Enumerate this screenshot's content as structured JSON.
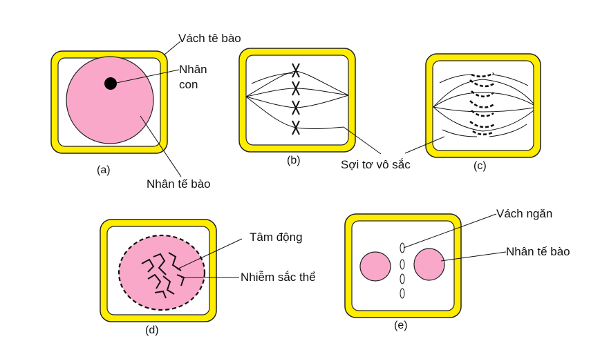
{
  "colors": {
    "cell_wall_fill": "#ffed00",
    "cell_wall_stroke": "#222222",
    "nucleus_fill": "#f9a8c9",
    "nucleolus_fill": "#000000",
    "line_color": "#111111",
    "background": "#ffffff"
  },
  "labels": {
    "cell_wall": "Vách tê bào",
    "nucleolus": "Nhân\ncon",
    "nucleus_a": "Nhân tế bào",
    "spindle": "Sợi tơ vô sắc",
    "centromere": "Tâm động",
    "chromosome": "Nhiễm sắc thể",
    "septum": "Vách ngăn",
    "nucleus_e": "Nhân tế bào"
  },
  "captions": {
    "a": "(a)",
    "b": "(b)",
    "c": "(c)",
    "d": "(d)",
    "e": "(e)"
  }
}
